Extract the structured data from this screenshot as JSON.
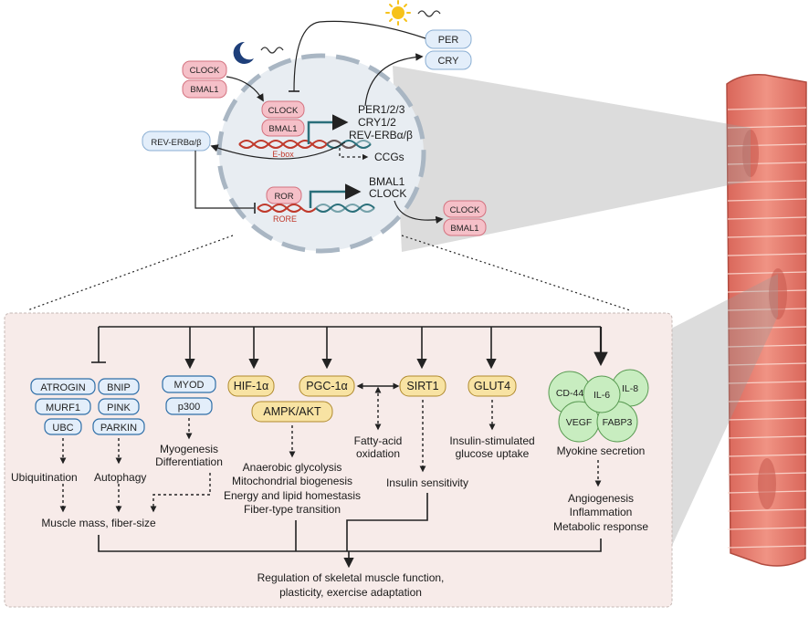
{
  "top": {
    "clock_bmal1_outside_left": {
      "clock": "CLOCK",
      "bmal1": "BMAL1"
    },
    "nucleus_ebox": {
      "clock": "CLOCK",
      "bmal1": "BMAL1",
      "site": "E-box"
    },
    "targets": [
      "PER1/2/3",
      "CRY1/2",
      "REV-ERBα/β"
    ],
    "ccgs": "CCGs",
    "per": "PER",
    "cry": "CRY",
    "rev_erb": "REV-ERBα/β",
    "ror": "ROR",
    "rore": "RORE",
    "ror_targets": [
      "BMAL1",
      "CLOCK"
    ],
    "clock_bmal1_outside_right": {
      "clock": "CLOCK",
      "bmal1": "BMAL1"
    }
  },
  "bottom": {
    "atrophy_genes": [
      "ATROGIN",
      "MURF1",
      "UBC"
    ],
    "mito_genes": [
      "BNIP",
      "PINK",
      "PARKIN"
    ],
    "myo_genes": [
      "MYOD",
      "p300"
    ],
    "energy_genes": {
      "hif": "HIF-1α",
      "pgc": "PGC-1α",
      "ampk": "AMPK/AKT"
    },
    "sirt1": "SIRT1",
    "glut4": "GLUT4",
    "myokines": [
      "CD-44",
      "IL-6",
      "IL-8",
      "VEGF",
      "FABP3"
    ],
    "ubiquitination": "Ubiquitination",
    "autophagy": "Autophagy",
    "myogenesis": [
      "Myogenesis",
      "Differentiation"
    ],
    "fatty_acid": [
      "Fatty-acid",
      "oxidation"
    ],
    "insulin_glucose": [
      "Insulin-stimulated",
      "glucose uptake"
    ],
    "myokine_secretion": "Myokine secretion",
    "energy_outcomes": [
      "Anaerobic glycolysis",
      "Mitochondrial biogenesis",
      "Energy and lipid homestasis",
      "Fiber-type transition"
    ],
    "insulin_sensitivity": "Insulin sensitivity",
    "muscle_mass": "Muscle mass, fiber-size",
    "myokine_outcomes": [
      "Angiogenesis",
      "Inflammation",
      "Metabolic response"
    ],
    "regulation": [
      "Regulation of skeletal muscle function,",
      "plasticity, exercise adaptation"
    ]
  },
  "colors": {
    "pink_box": "#f5c0c8",
    "blue_box": "#e3eefa",
    "yellow_box": "#f8e3a3",
    "green_circle": "#c8edc0",
    "panel_bg": "#f7ebe9",
    "muscle": "#e87c6e",
    "nucleus": "#e8edf2"
  }
}
